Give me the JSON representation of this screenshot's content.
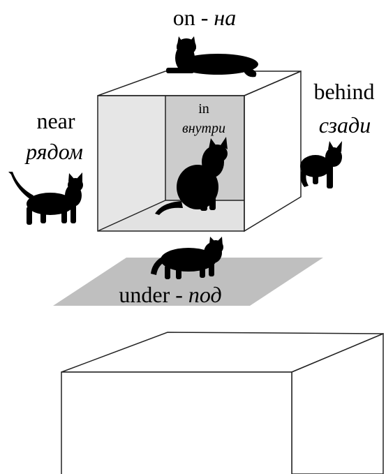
{
  "labels": {
    "on": {
      "en": "on - ",
      "ru": "на"
    },
    "in": {
      "en": "in",
      "ru": "внутри"
    },
    "near": {
      "en": "near",
      "ru": "рядом"
    },
    "behind": {
      "en": "behind",
      "ru": "сзади"
    },
    "under": {
      "en": "under - ",
      "ru": "под"
    }
  },
  "colors": {
    "cat": "#000000",
    "shadow": "#bfbfbf",
    "box_outline": "#222222",
    "box_inner_side": "#e6e6e6",
    "box_back_wall": "#cccccc",
    "box_floor": "#e2e2e2"
  },
  "icons": [
    "cat-on-icon",
    "cat-in-icon",
    "cat-near-icon",
    "cat-behind-icon",
    "cat-under-icon"
  ]
}
